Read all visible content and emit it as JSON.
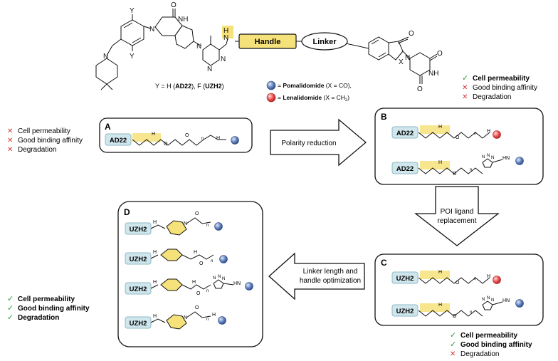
{
  "top": {
    "handle_label": "Handle",
    "linker_label": "Linker",
    "y_caption_pre": "Y = H (",
    "y_caption_ad22": "AD22",
    "y_caption_mid": "), F (",
    "y_caption_uzh2": "UZH2",
    "y_caption_post": ")",
    "atom_y": "Y",
    "atom_x": "X",
    "atom_o": "O",
    "atom_n": "N",
    "atom_nh": "NH",
    "atom_hn": "H",
    "pomalidomide_name": "Pomalidomide",
    "pomalidomide_note": " (X = CO),",
    "lenalidomide_name": "Lenalidomide",
    "lenalidomide_note": " (X = CH",
    "lenalidomide_sub": "2",
    "lenalidomide_close": ")",
    "pom_color": "#5a7ab8",
    "len_color": "#e84a4a"
  },
  "box_a": {
    "letter": "A",
    "tag": "AD22",
    "props": [
      "Cell permeability",
      "Good binding affinity",
      "Degradation"
    ],
    "status": [
      "cross",
      "cross",
      "cross"
    ]
  },
  "box_b": {
    "letter": "B",
    "tags": [
      "AD22",
      "AD22"
    ],
    "props": [
      "Cell permeability",
      "Good binding affinity",
      "Degradation"
    ],
    "status": [
      "check",
      "cross",
      "cross"
    ]
  },
  "box_c": {
    "letter": "C",
    "tags": [
      "UZH2",
      "UZH2"
    ],
    "props": [
      "Cell permeability",
      "Good binding affinity",
      "Degradation"
    ],
    "status": [
      "check",
      "check",
      "cross"
    ]
  },
  "box_d": {
    "letter": "D",
    "tags": [
      "UZH2",
      "UZH2",
      "UZH2",
      "UZH2"
    ],
    "props": [
      "Cell permeability",
      "Good binding affinity",
      "Degradation"
    ],
    "status": [
      "check",
      "check",
      "check"
    ]
  },
  "arrows": {
    "polarity": "Polarity reduction",
    "poi_line1": "POI ligand",
    "poi_line2": "replacement",
    "linker_line1": "Linker length and",
    "linker_line2": "handle optimization"
  },
  "glyphs": {
    "check": "✓",
    "cross": "✕",
    "n_sub": "n",
    "hn": "HN",
    "h": "H"
  },
  "colors": {
    "check": "#2e9b3a",
    "cross": "#d93434",
    "highlight": "#f6e27a",
    "tag_fill": "#cfe6ec",
    "tag_stroke": "#8fb9c6"
  }
}
